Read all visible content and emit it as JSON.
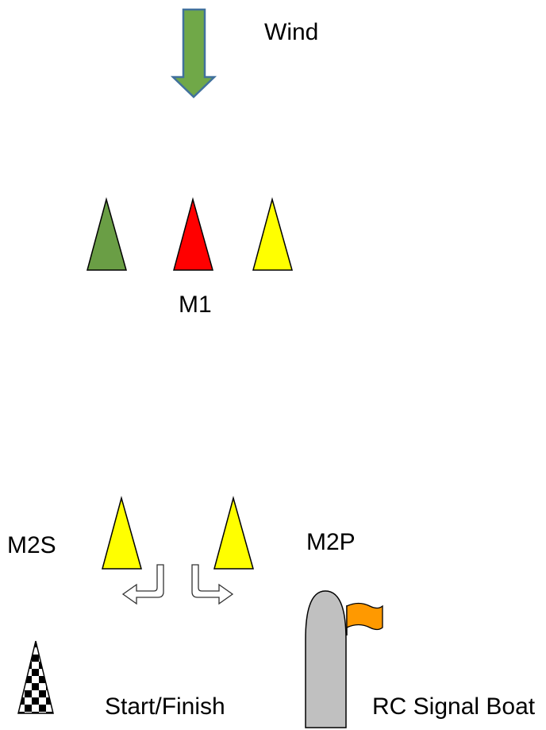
{
  "labels": {
    "wind": "Wind",
    "m1": "M1",
    "m2s": "M2S",
    "m2p": "M2P",
    "start_finish": "Start/Finish",
    "rc_signal_boat": "RC Signal Boat"
  },
  "marks": {
    "m1": [
      {
        "name": "green-mark",
        "color": "#6a9e45"
      },
      {
        "name": "red-mark",
        "color": "#ff0000"
      },
      {
        "name": "yellow-mark",
        "color": "#ffff00"
      }
    ],
    "gate": [
      {
        "name": "m2s-mark",
        "color": "#ffff00"
      },
      {
        "name": "m2p-mark",
        "color": "#ffff00"
      }
    ]
  },
  "colors": {
    "wind_arrow_fill": "#70a848",
    "wind_arrow_stroke": "#41719c",
    "boat_fill": "#c0c0c0",
    "flag_fill": "#ff9900",
    "checker_dark": "#000000",
    "checker_light": "#ffffff"
  },
  "icons": [
    "wind-arrow-icon",
    "m2s-turn-arrow-icon",
    "m2p-turn-arrow-icon",
    "start-finish-checkered-mark-icon",
    "rc-signal-boat-icon",
    "orange-flag-icon"
  ]
}
